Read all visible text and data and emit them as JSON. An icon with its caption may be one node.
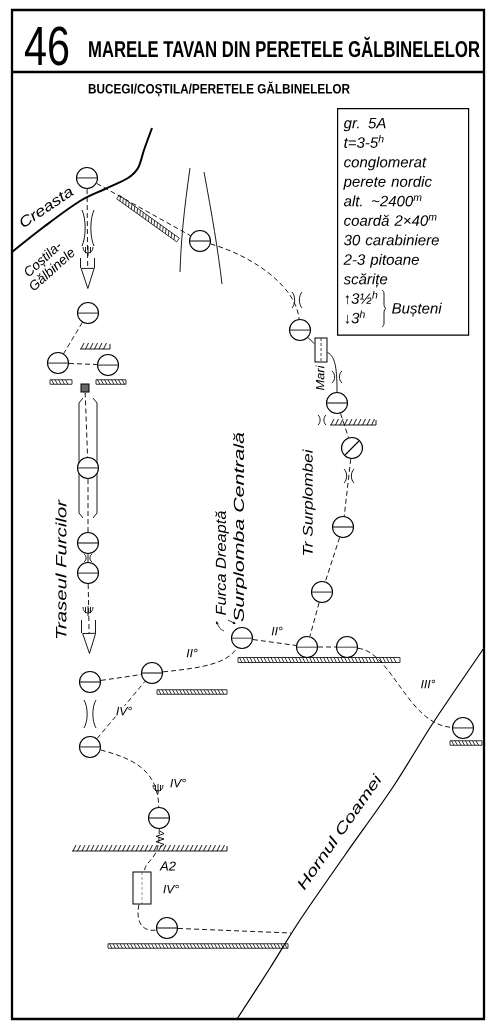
{
  "diagram": {
    "title": "MARELE TAVAN DIN PERETELE GĂLBINELELOR",
    "nodes": [
      {
        "text": [
          "gr. 5A",
          "t=3-5$^{h}$",
          "conglomerat",
          "perete nordic",
          "alt. ~2400$^{m}$",
          "coardă 2×40$^{m}$",
          "30 carabiniere",
          "2-3 pitoane",
          "scărițe",
          "↑3½$^{h}$",
          "↓3$^{h}$",
          "Bușteni"
        ]
      },
      {
        "text": [],
        "shape": "circle"
      },
      {
        "text": [],
        "shape": "circle"
      },
      {
        "text": [],
        "shape": "circle"
      },
      {
        "text": [],
        "shape": "circle"
      },
      {
        "text": [],
        "shape": "box"
      },
      {
        "text": [],
        "shape": "circle"
      },
      {
        "text": [],
        "shape": "circle"
      },
      {
        "text": [],
        "shape": "box"
      },
      {
        "text": [],
        "shape": "circle"
      },
      {
        "text": [],
        "shape": "circle"
      },
      {
        "text": [],
        "shape": "circle"
      },
      {
        "text": [],
        "shape": "circle"
      },
      {
        "text": [],
        "shape": "circle"
      },
      {
        "text": [],
        "shape": "circle"
      },
      {
        "text": [],
        "shape": "circle"
      },
      {
        "text": [],
        "shape": "circle"
      },
      {
        "text": [],
        "shape": "circle"
      },
      {
        "text": [],
        "shape": "circle"
      },
      {
        "text": [],
        "shape": "circle"
      },
      {
        "text": [],
        "shape": "circle"
      },
      {
        "text": [],
        "shape": "circle"
      },
      {
        "text": [],
        "shape": "circle"
      },
      {
        "text": [],
        "shape": "circle"
      },
      {
        "text": [],
        "shape": "box"
      },
      {
        "text": [],
        "shape": "circle"
      }
    ],
    "edges": [
      {
        "from": 1,
        "to": 2,
        "arrow": "none",
        "style": "dashed"
      },
      {
        "from": 2,
        "to": 4,
        "arrow": "none",
        "style": "dashed"
      },
      {
        "from": 4,
        "to": 5,
        "arrow": "none"
      },
      {
        "from": 5,
        "to": 9,
        "arrow": "none"
      },
      {
        "from": 9,
        "to": 10,
        "arrow": "none",
        "style": "dashed"
      },
      {
        "from": 10,
        "to": 12,
        "arrow": "none",
        "style": "dashed"
      },
      {
        "from": 12,
        "to": 15,
        "arrow": "none",
        "style": "dashed"
      },
      {
        "from": 15,
        "to": 17,
        "arrow": "none",
        "style": "dashed"
      },
      {
        "from": 16,
        "to": 17,
        "arrow": "none",
        "style": "dashed",
        "label": "II°"
      },
      {
        "from": 17,
        "to": 18,
        "arrow": "none",
        "style": "dashed"
      },
      {
        "from": 18,
        "to": 21,
        "arrow": "none",
        "style": "dashed",
        "label": "III°"
      },
      {
        "from": 1,
        "to": 3,
        "arrow": "to",
        "style": "dashed"
      },
      {
        "from": 3,
        "to": 6,
        "arrow": "none",
        "style": "dashed"
      },
      {
        "from": 6,
        "to": 7,
        "arrow": "none",
        "style": "dashed"
      },
      {
        "from": 8,
        "to": 11,
        "arrow": "none",
        "style": "dashed"
      },
      {
        "from": 11,
        "to": 13,
        "arrow": "none",
        "style": "dashed"
      },
      {
        "from": 13,
        "to": 14,
        "arrow": "none"
      },
      {
        "from": 14,
        "to": 20,
        "arrow": "to",
        "style": "dashed"
      },
      {
        "from": 20,
        "to": 19,
        "arrow": "none",
        "style": "dashed"
      },
      {
        "from": 19,
        "to": 16,
        "arrow": "none",
        "style": "dashed",
        "label": "II°"
      },
      {
        "from": 22,
        "to": 19,
        "arrow": "none",
        "style": "dashed",
        "label": "IV°"
      },
      {
        "from": 22,
        "to": 23,
        "arrow": "none",
        "style": "dashed",
        "label": "IV°"
      },
      {
        "from": 23,
        "to": 24,
        "arrow": "none",
        "style": "dashed"
      },
      {
        "from": 24,
        "to": 25,
        "arrow": "none",
        "style": "dashed"
      },
      {
        "from": 25,
        "to": null,
        "arrow": "none",
        "style": "dashed"
      }
    ],
    "labels": [
      "46",
      "BUCEGI/COȘTILA/PERETELE GĂLBINELELOR",
      "Creasta",
      "Coștila- Gălbinele",
      "Mari",
      "Tr Surplombei",
      "Surplomba Centrală",
      "Furca Dreaptă",
      "Traseul Furcilor",
      "Hornul Coamei",
      "A2",
      "IV°"
    ]
  }
}
